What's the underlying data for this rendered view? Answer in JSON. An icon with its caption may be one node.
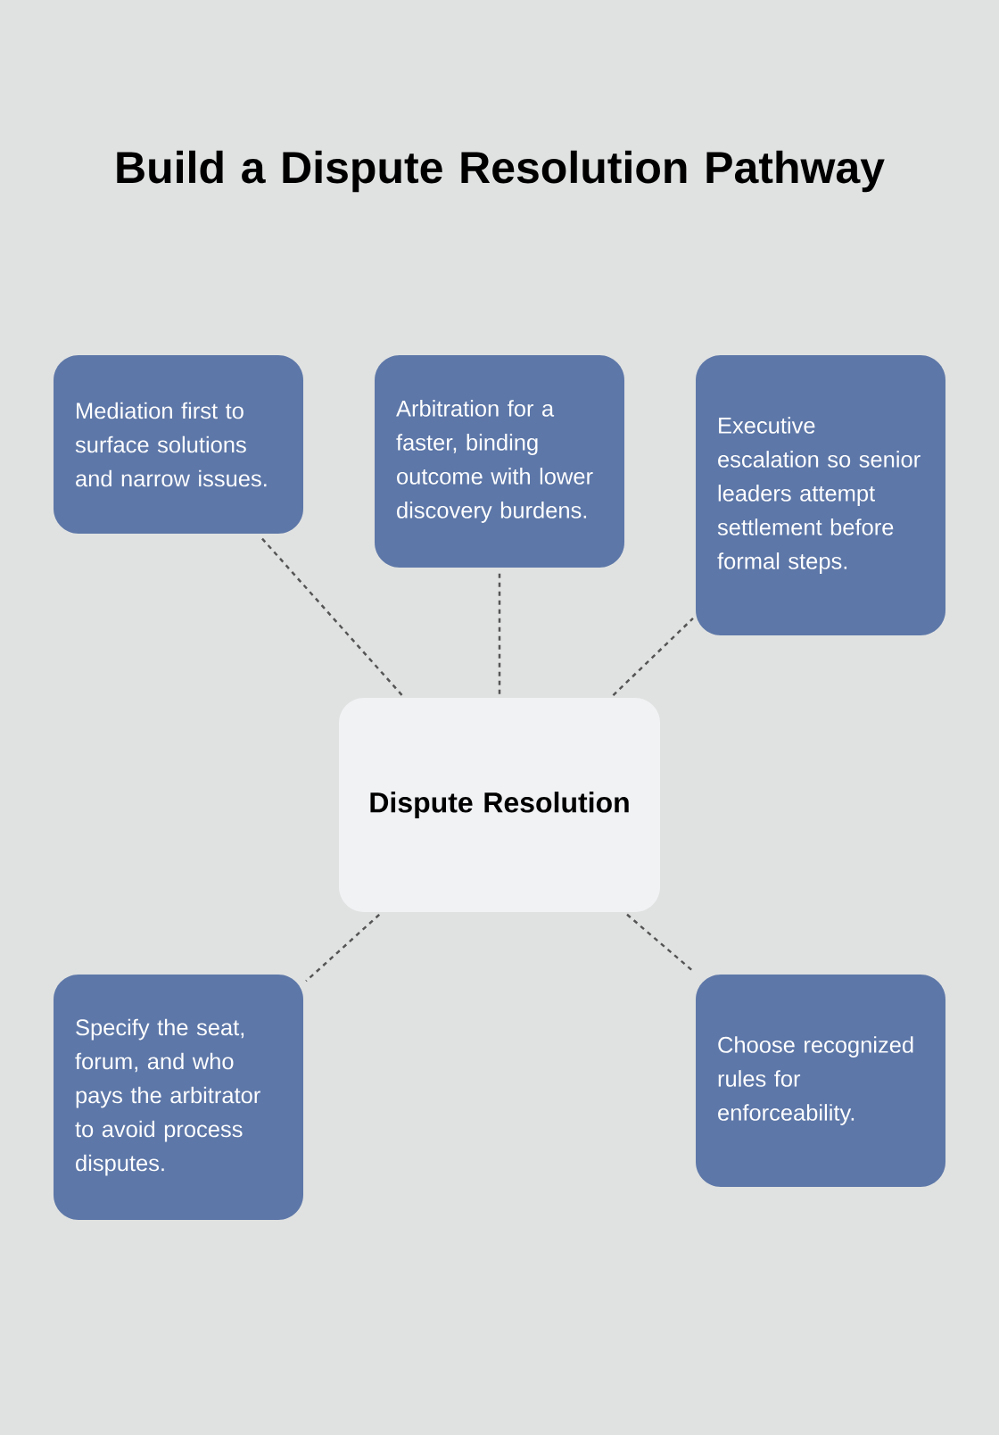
{
  "diagram": {
    "title": "Build a Dispute Resolution Pathway",
    "nodes": [
      {
        "text": [
          "Mediation first to surface solutions and narrow issues."
        ]
      },
      {
        "text": [
          "Arbitration for a faster, binding outcome with lower discovery burdens."
        ]
      },
      {
        "text": [
          "Executive escalation so senior leaders attempt settlement before formal steps."
        ]
      },
      {
        "text": [
          "Dispute Resolution"
        ]
      },
      {
        "text": [
          "Specify the seat, forum, and who pays the arbitrator to avoid process disputes."
        ]
      },
      {
        "text": [
          "Choose recognized rules for enforceability."
        ]
      }
    ],
    "edges": [
      {
        "from": 3,
        "to": 0,
        "arrow": "none",
        "style": "dashed"
      },
      {
        "from": 3,
        "to": 1,
        "arrow": "none",
        "style": "dashed"
      },
      {
        "from": 3,
        "to": 2,
        "arrow": "none",
        "style": "dashed"
      },
      {
        "from": 3,
        "to": 4,
        "arrow": "none",
        "style": "dashed"
      },
      {
        "from": 3,
        "to": 5,
        "arrow": "none",
        "style": "dashed"
      }
    ]
  }
}
